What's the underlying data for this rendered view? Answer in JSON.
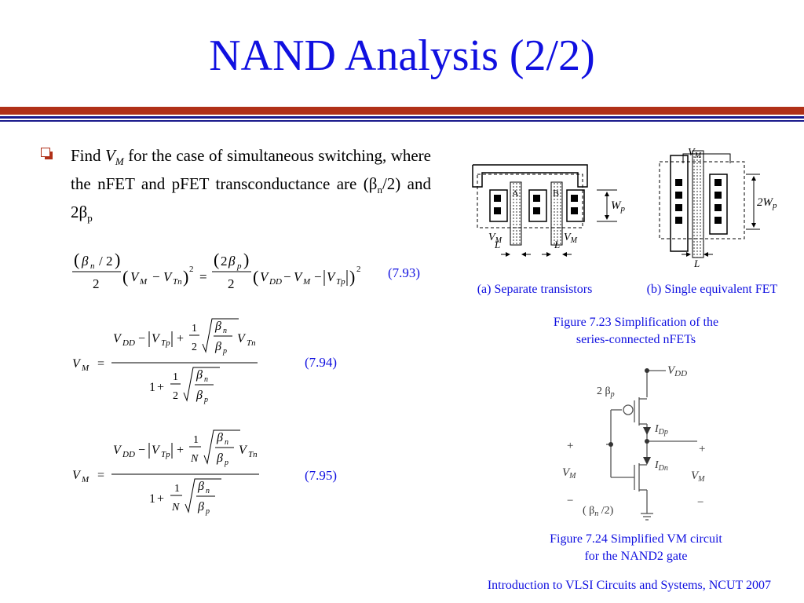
{
  "title": "NAND Analysis (2/2)",
  "bullet": {
    "find": "Find",
    "vm": "V",
    "vm_sub": "M",
    "text_after": "for the case of simultaneous switching, where the nFET and pFET transconductance are (",
    "beta": "β",
    "n_sub": "n",
    "mid": "/2) and 2",
    "p_sub": "p"
  },
  "equations": {
    "eq93_num": "(7.93)",
    "eq94_num": "(7.94)",
    "eq95_num": "(7.95)"
  },
  "figure723": {
    "label_a": "(a) Separate transistors",
    "label_b": "(b) Single equivalent FET",
    "caption_line1": "Figure 7.23 Simplification of the",
    "caption_line2": "series-connected nFETs",
    "a_gate_A": "A",
    "a_gate_B": "B",
    "vm": "V",
    "vm_sub": "M",
    "L": "L",
    "wp": "W",
    "wp_sub": "p",
    "twowp": "2W",
    "twowp_sub": "p"
  },
  "figure724": {
    "vdd": "V",
    "vdd_sub": "DD",
    "beta_p_label": "2 β",
    "beta_p_sub": "p",
    "beta_n_label": "( β",
    "beta_n_sub": "n",
    "beta_n_tail": " /2)",
    "idp": "I",
    "idp_sub": "Dp",
    "idn": "I",
    "idn_sub": "Dn",
    "vm": "V",
    "vm_sub": "M",
    "plus": "+",
    "minus": "−",
    "caption_line1": "Figure 7.24 Simplified VM circuit",
    "caption_line2": "for the NAND2 gate"
  },
  "footer": "Introduction to VLSI Circuits and Systems, NCUT  2007",
  "colors": {
    "title": "#1010e0",
    "rule_red": "#b03018",
    "rule_blue": "#1a1a8c",
    "bullet": "#b03018"
  }
}
